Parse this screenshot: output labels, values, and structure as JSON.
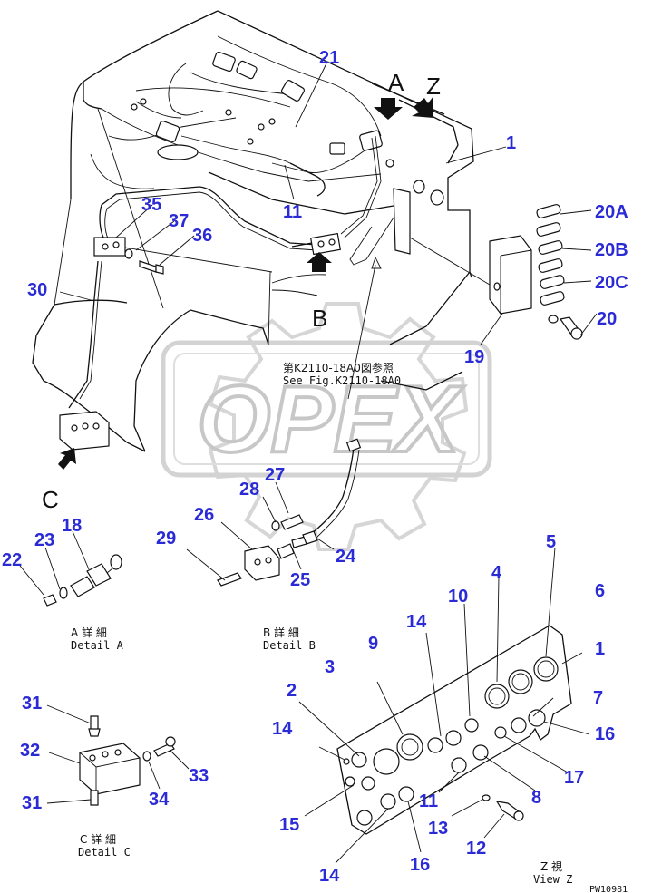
{
  "view_letters": {
    "a": "A",
    "z": "Z",
    "b": "B",
    "c": "C"
  },
  "reference_note": {
    "jp": "第K2110-18A0図参照",
    "en": "See Fig.K2110-18A0"
  },
  "watermark_text": "OPEX",
  "details": {
    "a": {
      "jp": "A 詳 細",
      "en": "Detail A"
    },
    "b": {
      "jp": "B 詳 細",
      "en": "Detail B"
    },
    "c": {
      "jp": "C 詳 細",
      "en": "Detail C"
    },
    "z": {
      "jp": "Z  視",
      "en": "View Z"
    }
  },
  "figure_code": "PW10981",
  "callouts": {
    "c1": "1",
    "c11": "11",
    "c19": "19",
    "c20": "20",
    "c20a": "20A",
    "c20b": "20B",
    "c20c": "20C",
    "c21": "21",
    "c30": "30",
    "c35": "35",
    "c36": "36",
    "c37": "37",
    "c18": "18",
    "c22": "22",
    "c23": "23",
    "c24": "24",
    "c25": "25",
    "c26": "26",
    "c27": "27",
    "c28": "28",
    "c29": "29",
    "c31a": "31",
    "c31b": "31",
    "c32": "32",
    "c33": "33",
    "c34": "34",
    "z1": "1",
    "z2": "2",
    "z3": "3",
    "z4": "4",
    "z5": "5",
    "z6": "6",
    "z7": "7",
    "z8": "8",
    "z9": "9",
    "z10": "10",
    "z11": "11",
    "z12": "12",
    "z13": "13",
    "z14a": "14",
    "z14b": "14",
    "z14c": "14",
    "z15": "15",
    "z16a": "16",
    "z16b": "16",
    "z17": "17"
  },
  "colors": {
    "callout": "#2b2bd6",
    "line": "#111111",
    "watermark": "#bdbdbd"
  }
}
